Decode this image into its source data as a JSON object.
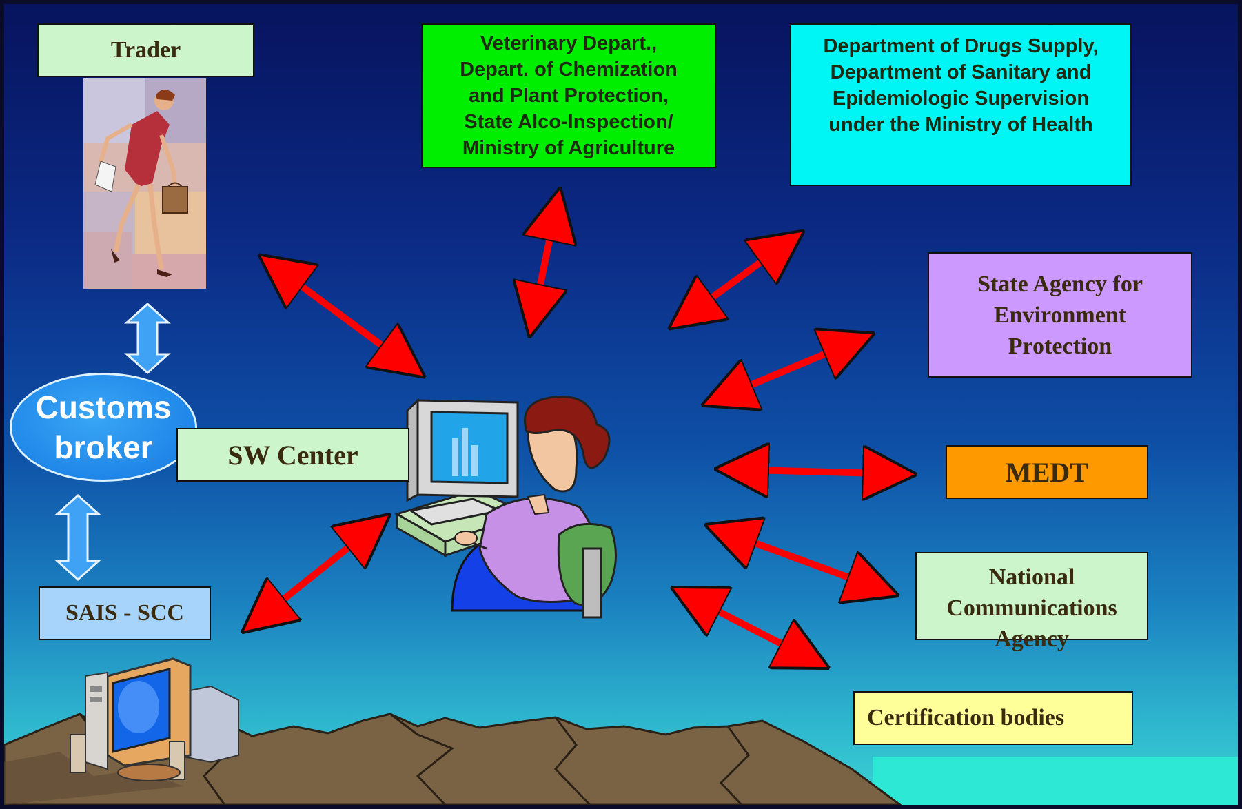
{
  "nodes": {
    "trader": "Trader",
    "customs_broker": "Customs broker",
    "sw_center": "SW Center",
    "sais_scc": "SAIS - SCC",
    "veterinary": "Veterinary Depart.,\nDepart. of Chemization\nand Plant Protection,\nState Alco-Inspection/\nMinistry of Agriculture",
    "drugs_supply": "Department of Drugs Supply,\nDepartment of Sanitary and\nEpidemiologic Supervision\nunder the Ministry of Health",
    "state_agency": "State Agency for\nEnvironment\nProtection",
    "medt": "MEDT",
    "national_comm": "National\nCommunications\nAgency",
    "certification": "Certification bodies"
  },
  "colors": {
    "trader": "#ccf5cc",
    "sw_center": "#ccf5cc",
    "sais_scc": "#a6d4fa",
    "veterinary": "#00ee00",
    "drugs_supply": "#00f5f5",
    "state_agency": "#cc99ff",
    "medt": "#ff9900",
    "national_comm": "#ccf5cc",
    "certification": "#ffff99",
    "arrow": "#ff0000",
    "broker_arrow": "#3fa2f5"
  }
}
